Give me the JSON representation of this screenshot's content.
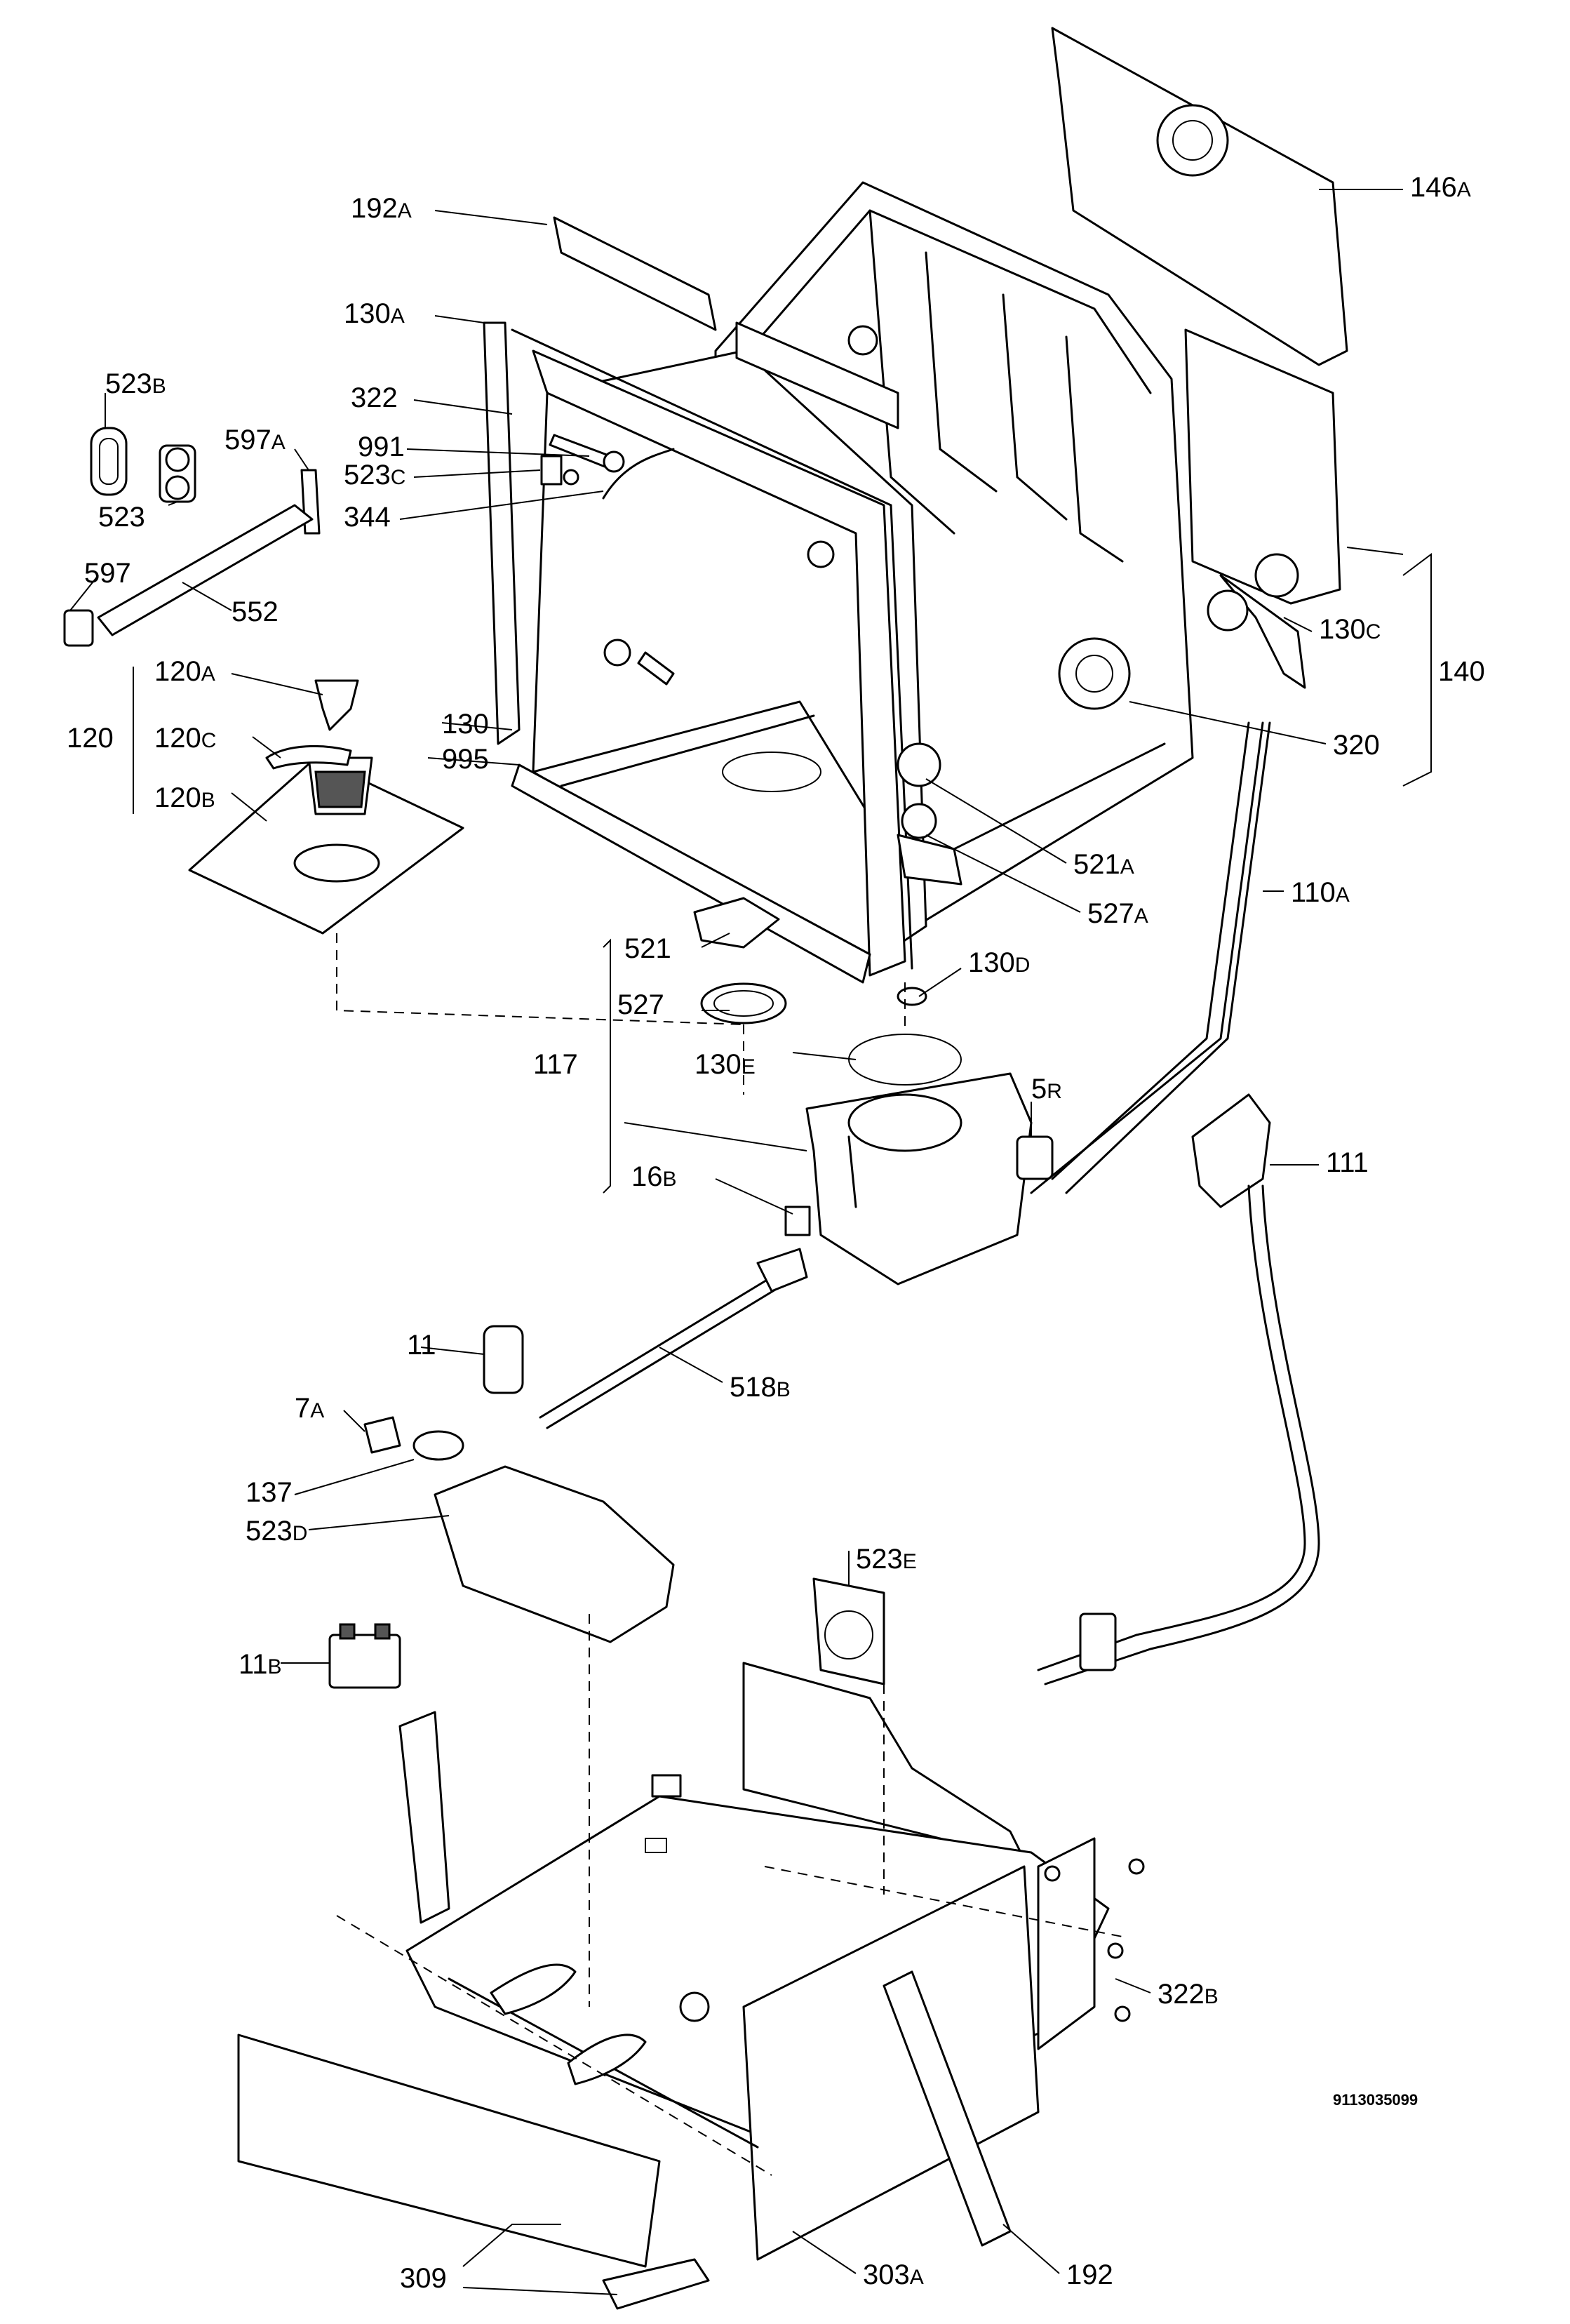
{
  "document_id": "9113035099",
  "labels": [
    {
      "num": "192",
      "suf": "A"
    },
    {
      "num": "146",
      "suf": "A"
    },
    {
      "num": "130",
      "suf": "A"
    },
    {
      "num": "523",
      "suf": "B"
    },
    {
      "num": "322",
      "suf": ""
    },
    {
      "num": "597",
      "suf": "A"
    },
    {
      "num": "991",
      "suf": ""
    },
    {
      "num": "523",
      "suf": "C"
    },
    {
      "num": "523",
      "suf": ""
    },
    {
      "num": "344",
      "suf": ""
    },
    {
      "num": "597",
      "suf": ""
    },
    {
      "num": "552",
      "suf": ""
    },
    {
      "num": "130",
      "suf": "C"
    },
    {
      "num": "140",
      "suf": ""
    },
    {
      "num": "120",
      "suf": "A"
    },
    {
      "num": "120",
      "suf": ""
    },
    {
      "num": "120",
      "suf": "C"
    },
    {
      "num": "130",
      "suf": ""
    },
    {
      "num": "320",
      "suf": ""
    },
    {
      "num": "995",
      "suf": ""
    },
    {
      "num": "120",
      "suf": "B"
    },
    {
      "num": "521",
      "suf": "A"
    },
    {
      "num": "110",
      "suf": "A"
    },
    {
      "num": "527",
      "suf": "A"
    },
    {
      "num": "521",
      "suf": ""
    },
    {
      "num": "130",
      "suf": "D"
    },
    {
      "num": "527",
      "suf": ""
    },
    {
      "num": "117",
      "suf": ""
    },
    {
      "num": "130",
      "suf": "E"
    },
    {
      "num": "5",
      "suf": "R"
    },
    {
      "num": "111",
      "suf": ""
    },
    {
      "num": "16",
      "suf": "B"
    },
    {
      "num": "11",
      "suf": ""
    },
    {
      "num": "518",
      "suf": "B"
    },
    {
      "num": "7",
      "suf": "A"
    },
    {
      "num": "137",
      "suf": ""
    },
    {
      "num": "523",
      "suf": "D"
    },
    {
      "num": "523",
      "suf": "E"
    },
    {
      "num": "11",
      "suf": "B"
    },
    {
      "num": "322",
      "suf": "B"
    },
    {
      "num": "303",
      "suf": "A"
    },
    {
      "num": "192",
      "suf": ""
    },
    {
      "num": "309",
      "suf": ""
    }
  ]
}
